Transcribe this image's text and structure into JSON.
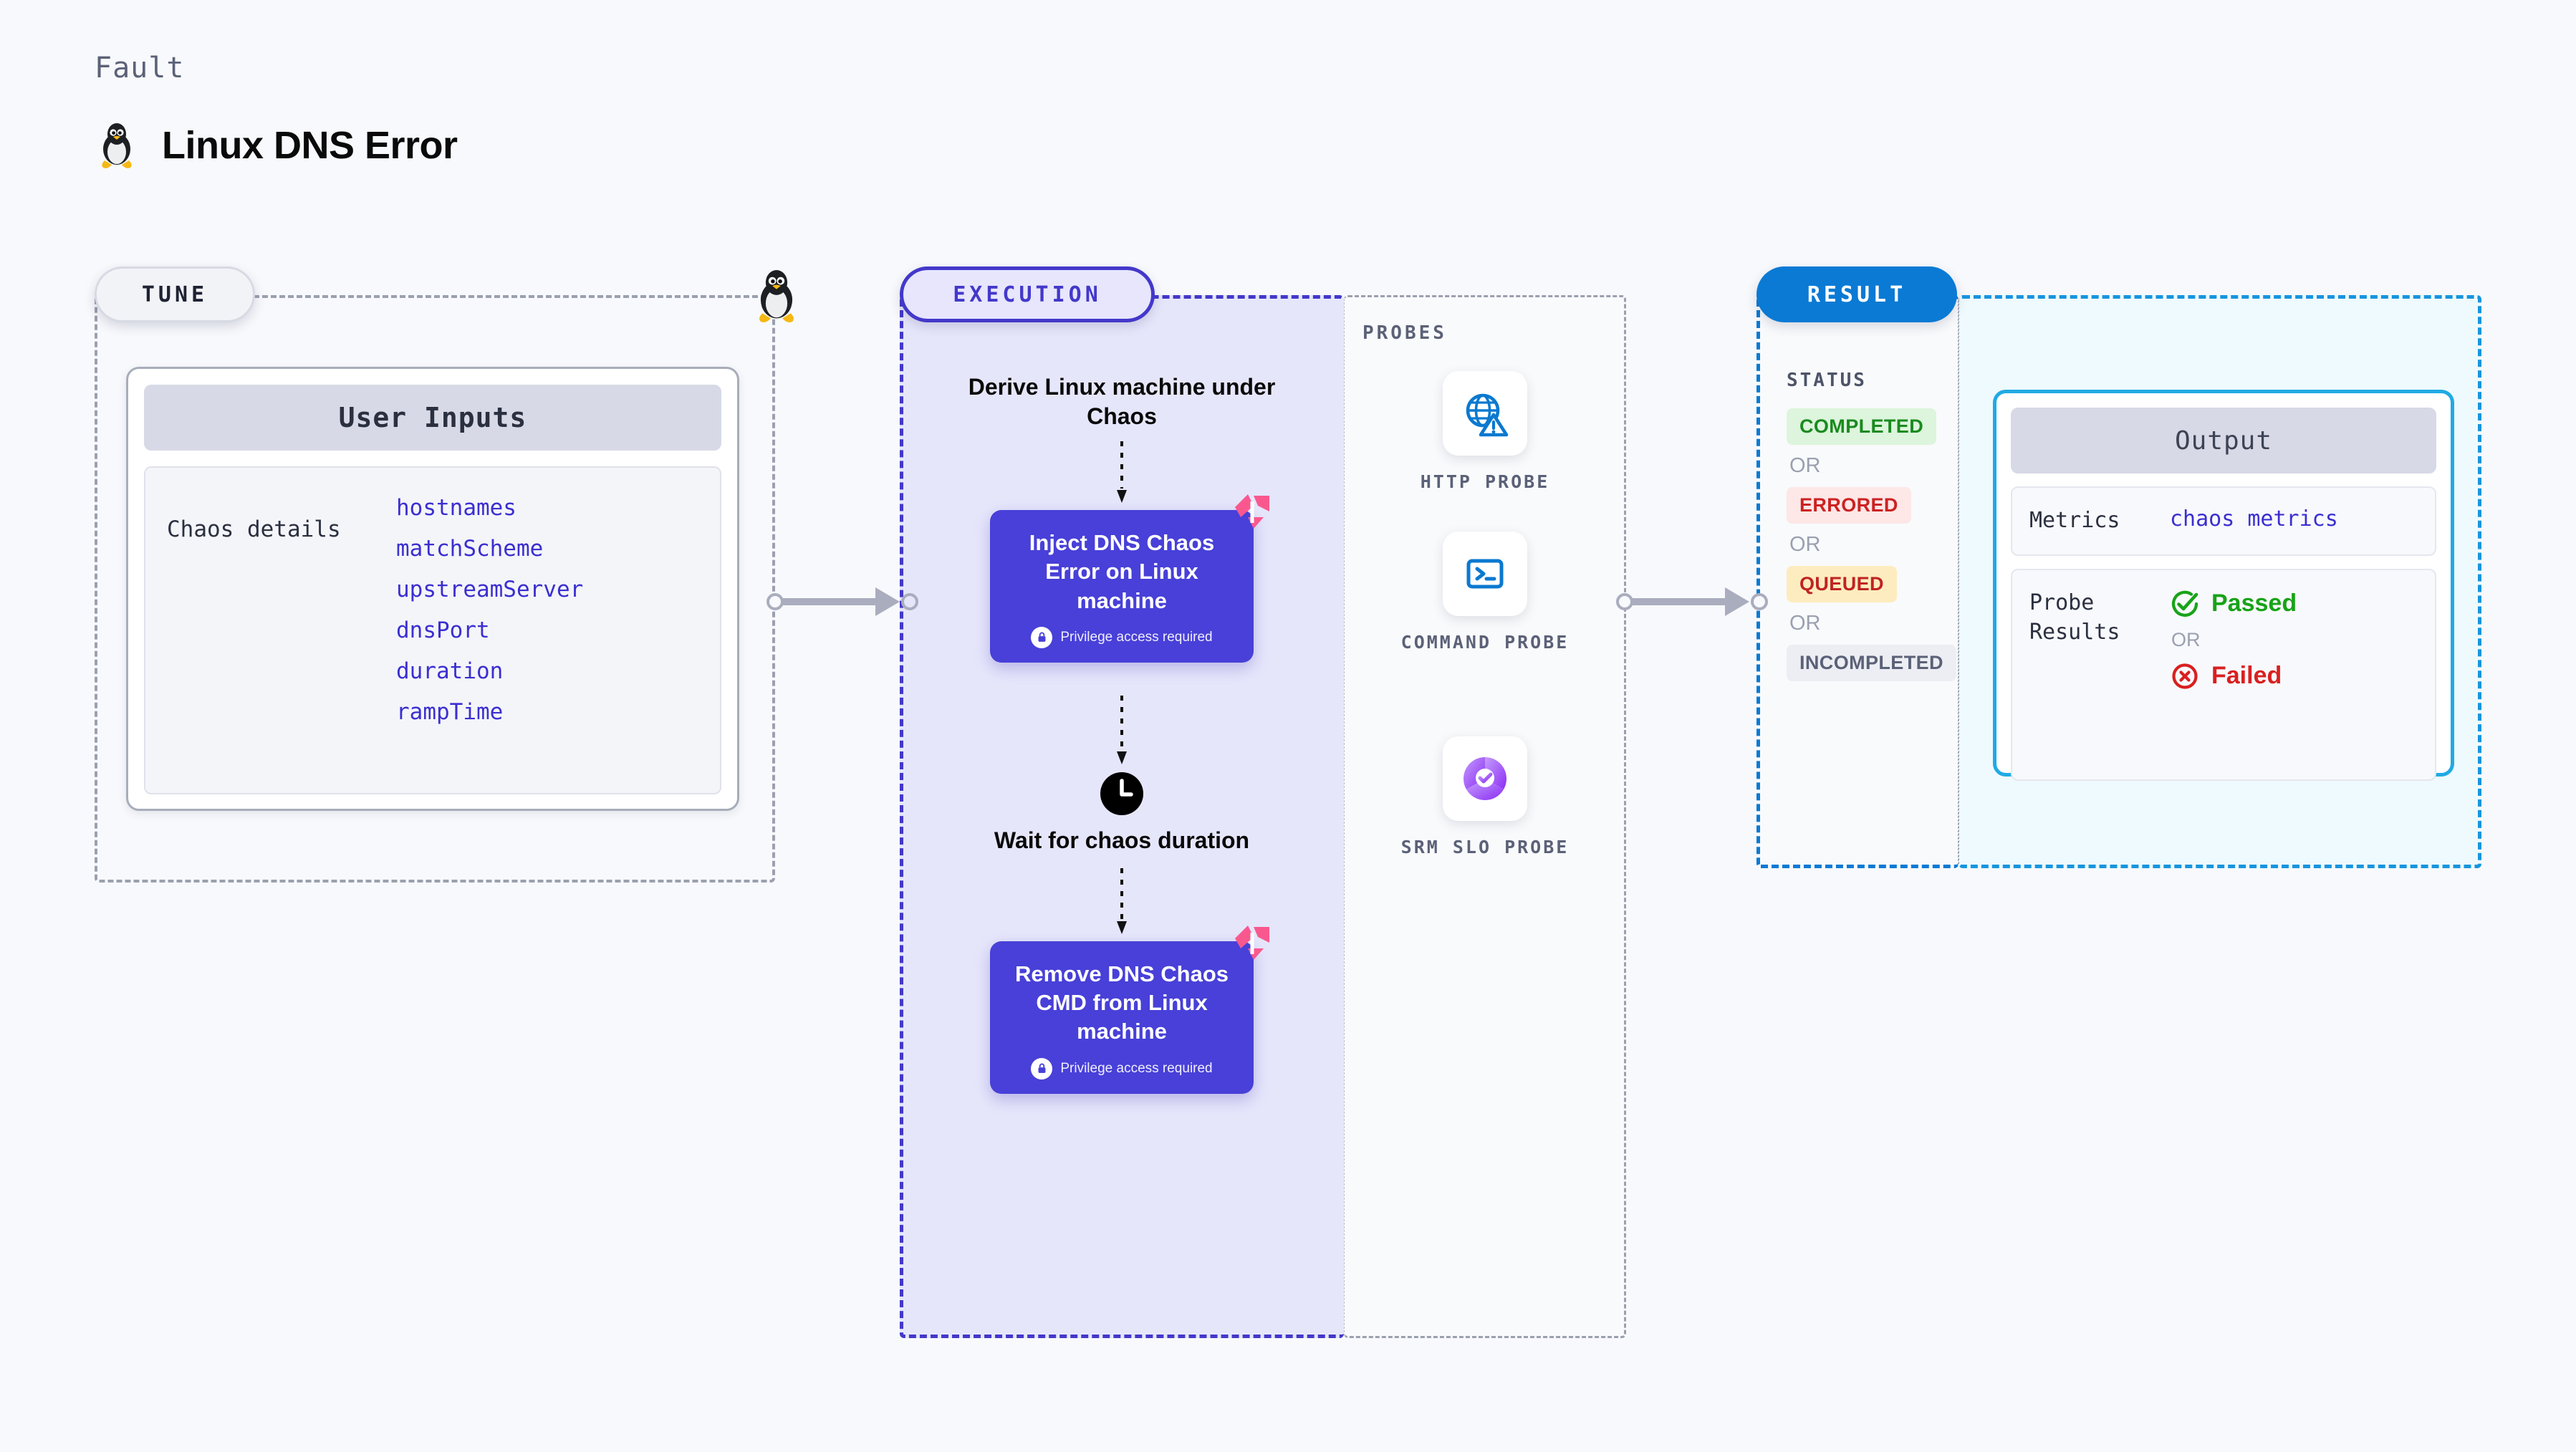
{
  "header": {
    "eyebrow": "Fault",
    "title": "Linux DNS Error",
    "icon": "linux-penguin-icon"
  },
  "regions": {
    "tune": {
      "label": "TUNE",
      "border_color": "#9aa0ae"
    },
    "execution": {
      "label": "EXECUTION",
      "border_color": "#4338ca",
      "background": "#e6e6fb"
    },
    "probes": {
      "label": "PROBES",
      "border_color": "#9aa0ae"
    },
    "result": {
      "label": "RESULT",
      "border_color": "#0a7ad4",
      "pill_background": "#0a7ad4"
    },
    "output_region": {
      "border_color": "#1795de",
      "background": "#eefafd"
    }
  },
  "tune": {
    "card_title": "User Inputs",
    "row_label": "Chaos details",
    "inputs": [
      "hostnames",
      "matchScheme",
      "upstreamServer",
      "dnsPort",
      "duration",
      "rampTime"
    ]
  },
  "execution": {
    "derive_title": "Derive Linux machine under Chaos",
    "inject_node": {
      "title": "Inject DNS Chaos Error on Linux machine",
      "badge": "Privilege access required",
      "badge_icon": "lock-icon",
      "marker_icon": "chaos-fault-marker-icon"
    },
    "wait_node": {
      "icon": "clock-icon",
      "title": "Wait for chaos duration"
    },
    "remove_node": {
      "title": "Remove DNS Chaos CMD from Linux machine",
      "badge": "Privilege access required",
      "badge_icon": "lock-icon",
      "marker_icon": "chaos-fault-marker-icon"
    }
  },
  "probes": [
    {
      "label": "HTTP PROBE",
      "icon": "globe-warning-icon",
      "color": "#0b79d0"
    },
    {
      "label": "COMMAND PROBE",
      "icon": "terminal-icon",
      "color": "#0b79d0"
    },
    {
      "label": "SRM SLO PROBE",
      "icon": "slo-donut-check-icon",
      "color": "#9b4dfb"
    }
  ],
  "result": {
    "status_heading": "STATUS",
    "or_text": "OR",
    "statuses": [
      {
        "label": "COMPLETED",
        "bg": "#dcf5dc",
        "fg": "#1a8a1f"
      },
      {
        "label": "ERRORED",
        "bg": "#fde7e7",
        "fg": "#cc2222"
      },
      {
        "label": "QUEUED",
        "bg": "#fdecbf",
        "fg": "#c02323"
      },
      {
        "label": "INCOMPLETED",
        "bg": "#eceef4",
        "fg": "#5b6177"
      }
    ]
  },
  "output": {
    "card_title": "Output",
    "metrics_label": "Metrics",
    "metrics_value": "chaos metrics",
    "probe_results_label": "Probe Results",
    "passed_label": "Passed",
    "failed_label": "Failed",
    "or_text": "OR",
    "passed_icon": "check-circle-icon",
    "failed_icon": "x-circle-icon"
  }
}
